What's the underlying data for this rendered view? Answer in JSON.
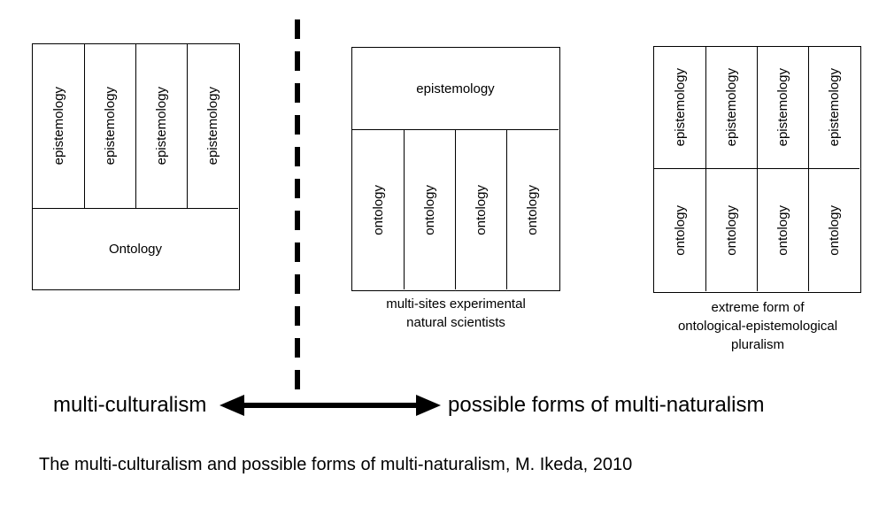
{
  "diagram1": {
    "epistemology_labels": [
      "epistemology",
      "epistemology",
      "epistemology",
      "epistemology"
    ],
    "ontology_label": "Ontology"
  },
  "diagram2": {
    "epistemology_label": "epistemology",
    "ontology_labels": [
      "ontology",
      "ontology",
      "ontology",
      "ontology"
    ],
    "caption_lines": [
      "multi-sites experimental",
      "natural scientists"
    ]
  },
  "diagram3": {
    "epistemology_labels": [
      "epistemology",
      "epistemology",
      "epistemology",
      "epistemology"
    ],
    "ontology_labels": [
      "ontology",
      "ontology",
      "ontology",
      "ontology"
    ],
    "caption_lines": [
      "extreme form of",
      "ontological-epistemological",
      "pluralism"
    ]
  },
  "axis": {
    "left_label": "multi-culturalism",
    "right_label": "possible forms of multi-naturalism"
  },
  "footer": "The multi-culturalism and possible forms of multi-naturalism, M. Ikeda, 2010"
}
